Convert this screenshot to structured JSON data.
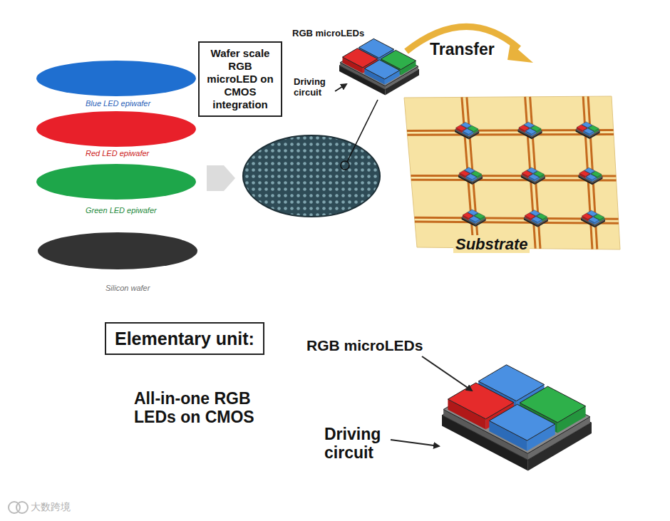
{
  "diagram": {
    "nodes": [
      {
        "text": [
          "Wafer scale RGB microLED on CMOS integration"
        ]
      },
      {
        "text": [
          "Elementary unit:"
        ]
      }
    ],
    "labels": [
      "Blue LED epiwafer",
      "Red LED epiwafer",
      "Green LED epiwafer",
      "Silicon wafer",
      "RGB microLEDs",
      "Driving circuit",
      "Transfer",
      "Substrate",
      "All-in-one RGB LEDs on CMOS",
      "RGB microLEDs",
      "Driving circuit",
      "大数跨境"
    ]
  }
}
